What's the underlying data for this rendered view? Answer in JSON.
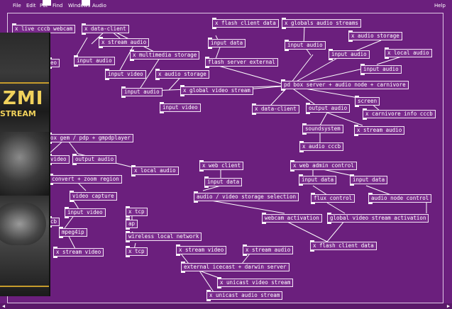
{
  "menu": {
    "items": [
      "File",
      "Edit",
      "Put",
      "Find",
      "Windows",
      "Audio"
    ],
    "help": "Help"
  },
  "colors": {
    "background": "#6b1f7d",
    "box_border": "#f3e6f5"
  },
  "boxart": {
    "title": "ZMI",
    "subtitle": "STREAM"
  },
  "objects": {
    "o1": "x live cccb webcam",
    "o2": "x data-client",
    "o3": "x flash client data",
    "o4": "x globals audio streams",
    "o5": "x stream audio",
    "o6": "input data",
    "o7": "x audio storage",
    "o8": "input audio",
    "o9": "x multimedia storage",
    "o10": "input audio",
    "o11": "input audio",
    "o12": "x local audio",
    "o13": "flash server external",
    "o14": "input audio",
    "o15": "input video",
    "o16": "x audio storage",
    "o17": "pd box server + audio node + carnivore",
    "o18": "input audio",
    "o19": "x global video stream",
    "o20": "screen",
    "o21": "input video",
    "o22": "x data-client",
    "o23": "output audio",
    "o24": "x carnivore info cccb",
    "o25": "soundsystem",
    "o26": "x stream audio",
    "o27": "ox gem / pdp + gmpdplayer",
    "o28": "x audio cccb",
    "o29": "video",
    "o30": "output audio",
    "o31": "x local audio",
    "o32": "x web client",
    "o33": "x web admin control",
    "o34": "convert + zoom region",
    "o35": "input data",
    "o36": "input data",
    "o37": "input data",
    "o38": "video capture",
    "o39": "audio / video storage selection",
    "o40": "flux control",
    "o41": "audio node control",
    "o42": "x tcp",
    "o43": "input video",
    "o44": "ap",
    "o45": "webcam activation",
    "o46": "global video stream activation",
    "o47": "mpeg4ip",
    "o48": "wireless local network",
    "o49": "x flash client data",
    "o50": "x stream video",
    "o51": "x tcp",
    "o52": "x stream video",
    "o53": "x stream audio",
    "o54": "external icecast + darwin server",
    "o55": "x unicast video stream",
    "o56": "x unicast audio stream",
    "o57": "eo",
    "o58": "cb"
  }
}
